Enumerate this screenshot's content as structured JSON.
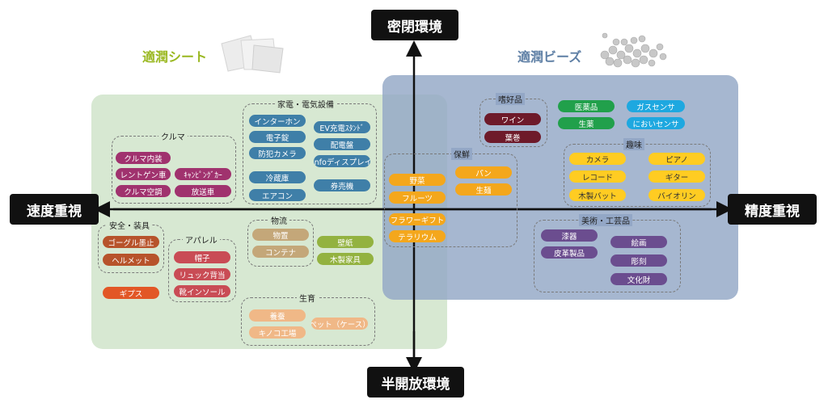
{
  "axes": {
    "top": "密閉環境",
    "bottom": "半開放環境",
    "left": "速度重視",
    "right": "精度重視"
  },
  "legend": {
    "sheet": {
      "label": "適潤シート",
      "color": "#9ab821"
    },
    "beads": {
      "label": "適潤ビーズ",
      "color": "#5e7fa5"
    }
  },
  "groups": {
    "kaden": {
      "title": "家電・電気設備",
      "items": [
        "インターホン",
        "電子錠",
        "防犯カメラ",
        "冷蔵庫",
        "エアコン",
        "EV充電ｽﾀﾝﾄﾞ",
        "配電盤",
        "Infoディスプレイ",
        "券売機"
      ]
    },
    "kuruma": {
      "title": "クルマ",
      "items": [
        "クルマ内装",
        "レントゲン車",
        "クルマ空調",
        "ｷｬﾝﾋﾟﾝｸﾞｶｰ",
        "放送車"
      ]
    },
    "anzen": {
      "title": "安全・装具",
      "items": [
        "ゴーグル墨止",
        "ヘルメット",
        "ギプス"
      ]
    },
    "apparel": {
      "title": "アパレル",
      "items": [
        "帽子",
        "リュック背当",
        "靴インソール"
      ]
    },
    "butsuryu": {
      "title": "物流",
      "items": [
        "物置",
        "コンテナ",
        "壁紙",
        "木製家具"
      ]
    },
    "seiiku": {
      "title": "生育",
      "items": [
        "養蚕",
        "キノコ工場",
        "ペット（ケース）"
      ]
    },
    "shikohin": {
      "title": "嗜好品",
      "items": [
        "ワイン",
        "葉巻"
      ]
    },
    "medical": {
      "items": [
        "医薬品",
        "生薬"
      ]
    },
    "sensor": {
      "items": [
        "ガスセンサ",
        "においセンサ"
      ]
    },
    "shumi": {
      "title": "趣味",
      "items": [
        "カメラ",
        "レコード",
        "木製バット",
        "ピアノ",
        "ギター",
        "バイオリン"
      ]
    },
    "sensen": {
      "title": "保鮮",
      "items": [
        "野菜",
        "フルーツ",
        "フラワーギフト",
        "テラリウム",
        "パン",
        "生麺"
      ]
    },
    "bijutsu": {
      "title": "美術・工芸品",
      "items": [
        "漆器",
        "皮革製品",
        "絵画",
        "彫刻",
        "文化財"
      ]
    }
  }
}
